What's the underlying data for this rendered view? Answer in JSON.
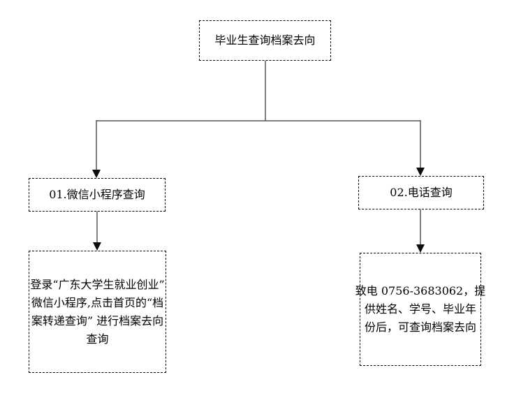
{
  "flowchart": {
    "root": {
      "label": "毕业生查询档案去向"
    },
    "branches": [
      {
        "id": "01",
        "title": "01.微信小程序查询",
        "detail_text": "登录“广东大学生就业创业”微信小程序,点击首页的“档案转递查询” 进行档案去向查询",
        "detail_lines": [
          "登录“广东大学生就业创业”",
          "微信小程序,点击首页的“档",
          "案转递查询” 进行档案去向",
          "查询"
        ]
      },
      {
        "id": "02",
        "title": "02.电话查询",
        "detail_text": "致电 0756-3683062，提供姓名、学号、毕业年份后，可查询档案去向",
        "detail_lines": [
          "致电 0756-3683062，提",
          "供姓名、学号、毕业年",
          "份后，可查询档案去向"
        ]
      }
    ],
    "colors": {
      "background": "#ffffff",
      "box_border": "#000000",
      "text": "#000000",
      "connector_line": "#555555",
      "arrowhead": "#0d0d0d"
    }
  }
}
